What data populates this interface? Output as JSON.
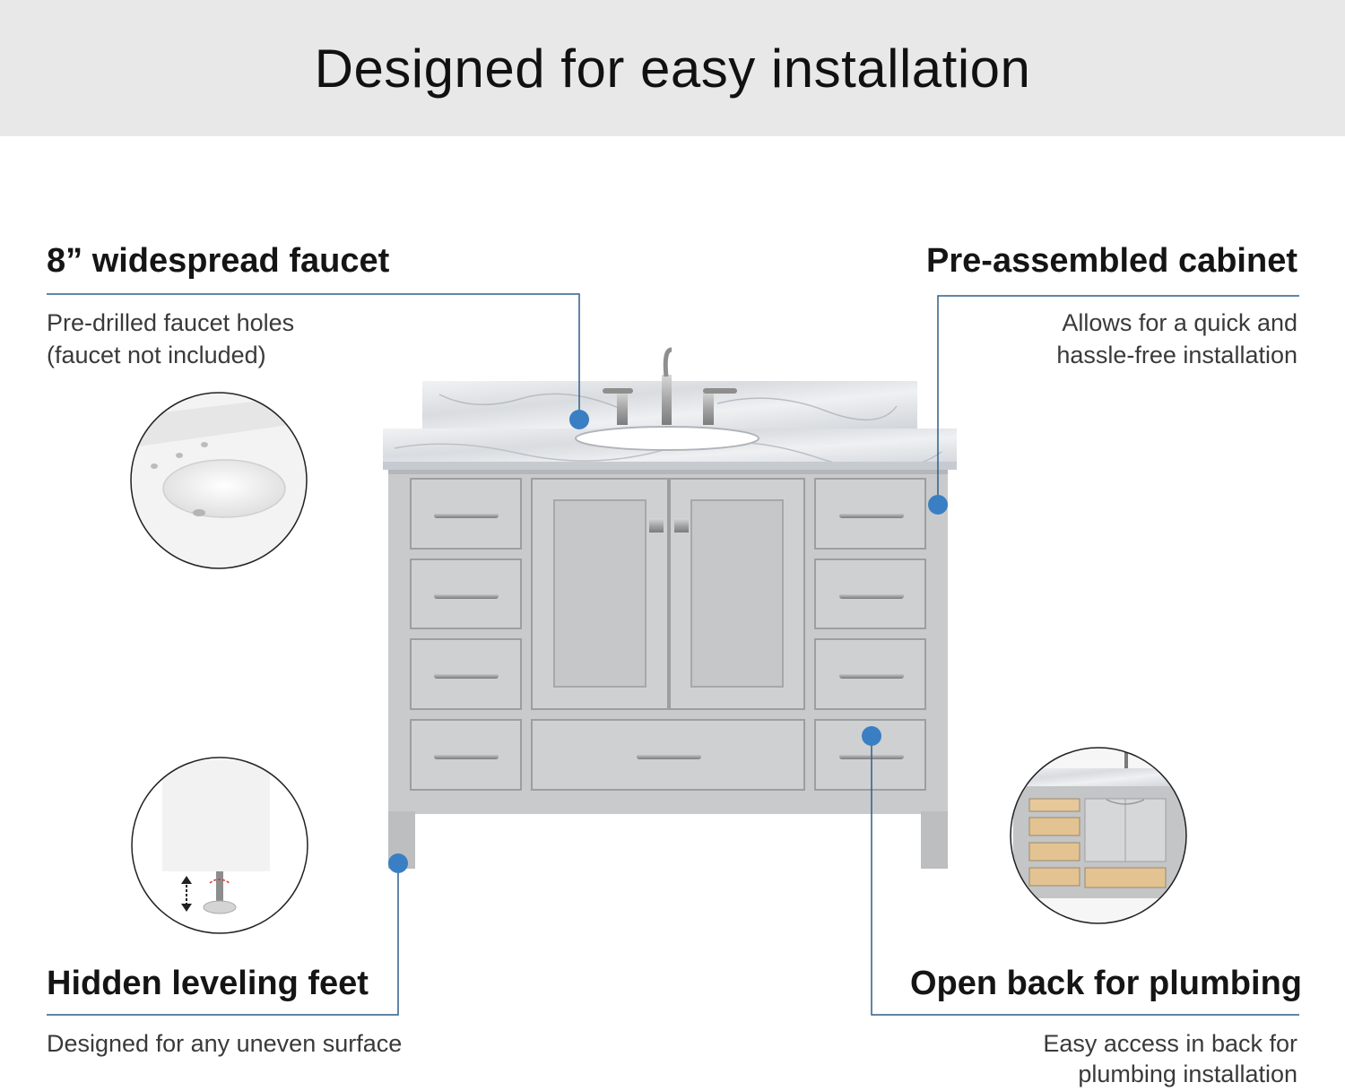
{
  "banner": {
    "title": "Designed for easy installation",
    "background": "#e8e8e8"
  },
  "features": {
    "faucet": {
      "title": "8” widespread faucet",
      "desc_line1": "Pre-drilled faucet holes",
      "desc_line2": "(faucet not included)"
    },
    "cabinet": {
      "title": "Pre-assembled cabinet",
      "desc_line1": "Allows for  a quick and",
      "desc_line2": "hassle-free installation"
    },
    "feet": {
      "title": "Hidden leveling feet",
      "desc_line1": "Designed for any uneven surface"
    },
    "plumbing": {
      "title": "Open back for plumbing",
      "desc_line1": "Easy access in back for",
      "desc_line2": "plumbing installation"
    }
  },
  "colors": {
    "callout_line": "#2d5f8a",
    "callout_dot": "#3a7fc4",
    "cabinet_body": "#c9cacc",
    "countertop": "#e4e6e9"
  },
  "icons": {
    "hotspot": "dot-marker-icon",
    "leveling_arrow": "up-down-arrow-icon",
    "rotate_arrow": "rotate-arrow-icon"
  }
}
